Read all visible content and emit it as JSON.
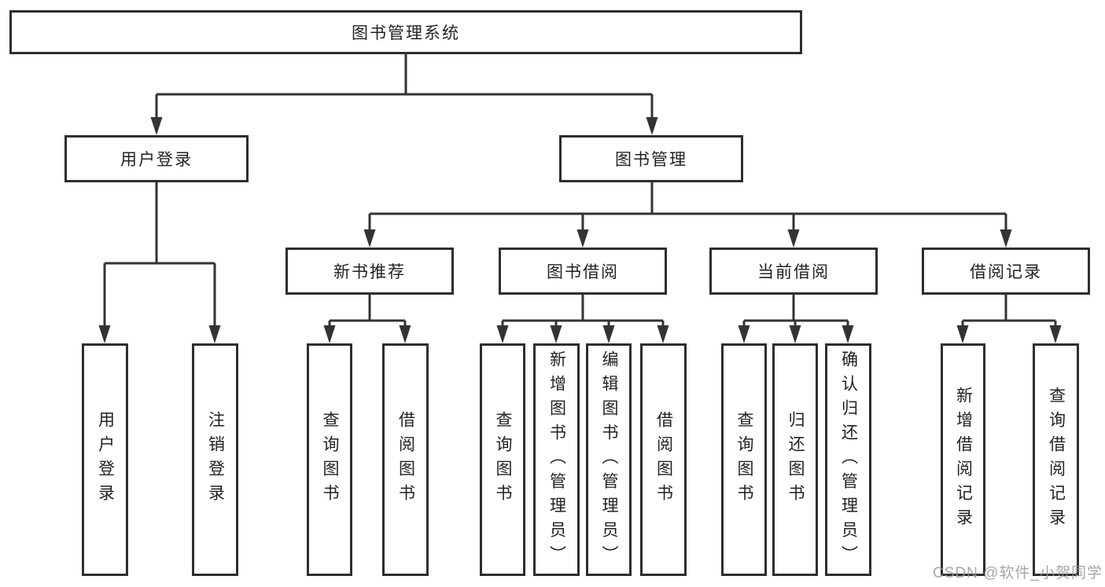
{
  "diagram": {
    "root": {
      "label": "图书管理系统"
    },
    "branches": [
      {
        "label": "用户登录",
        "children": [
          {
            "label": "用户登录"
          },
          {
            "label": "注销登录"
          }
        ]
      },
      {
        "label": "图书管理",
        "children": [
          {
            "label": "新书推荐",
            "children": [
              {
                "label": "查询图书"
              },
              {
                "label": "借阅图书"
              }
            ]
          },
          {
            "label": "图书借阅",
            "children": [
              {
                "label": "查询图书"
              },
              {
                "label": "新增图书（管理员）"
              },
              {
                "label": "编辑图书（管理员）"
              },
              {
                "label": "借阅图书"
              }
            ]
          },
          {
            "label": "当前借阅",
            "children": [
              {
                "label": "查询图书"
              },
              {
                "label": "归还图书"
              },
              {
                "label": "确认归还（管理员）"
              }
            ]
          },
          {
            "label": "借阅记录",
            "children": [
              {
                "label": "新增借阅记录"
              },
              {
                "label": "查询借阅记录"
              }
            ]
          }
        ]
      }
    ]
  },
  "watermark": {
    "text": "CSDN @软件_小贺同学"
  },
  "colors": {
    "line": "#333333",
    "box_border": "#2e2e2e",
    "box_fill": "#ffffff",
    "text": "#222222",
    "watermark": "#969696",
    "background": "#ffffff"
  }
}
